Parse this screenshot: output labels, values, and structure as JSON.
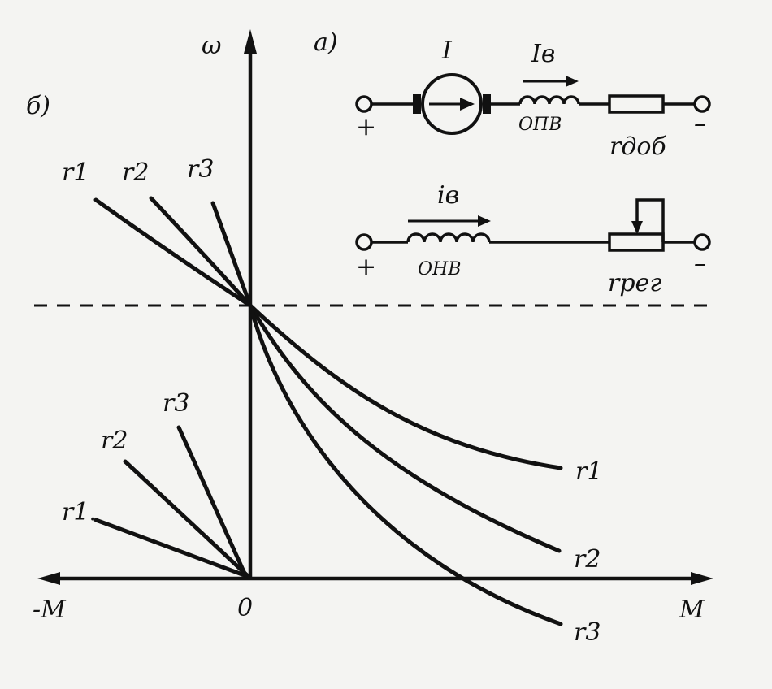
{
  "panel_b_label": "б)",
  "panel_a_label": "а)",
  "axes": {
    "y_label": "ω",
    "x_pos_label": "M",
    "x_neg_label": "-M",
    "origin_label": "0"
  },
  "curves_upper": {
    "r1": "r1",
    "r2": "r2",
    "r3": "r3"
  },
  "curves_lower_right": {
    "r1": "r1",
    "r2": "r2",
    "r3": "r3"
  },
  "curves_lower_left": {
    "r1": "r1.",
    "r2": "r2",
    "r3": "r3"
  },
  "circuit": {
    "armature_label": "I",
    "series_current": "Iв",
    "series_winding": "ОПВ",
    "add_resistor": "rдоб",
    "shunt_current": "iв",
    "shunt_winding": "ОНВ",
    "reg_resistor": "rрег",
    "plus": "+",
    "minus": "–"
  }
}
